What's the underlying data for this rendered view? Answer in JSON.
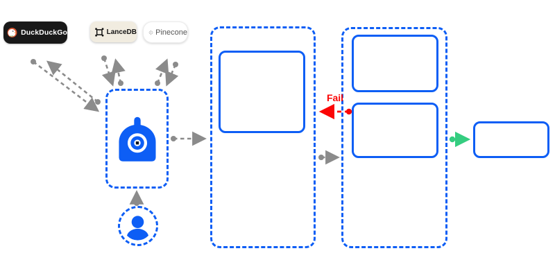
{
  "colors": {
    "accent_blue": "#0d5ef5",
    "arrow_gray": "#8b8b8b",
    "fail_red": "#fb0505",
    "success_green": "#35cd80",
    "duckduckgo_bg": "#191919",
    "duckduckgo_text": "#ffffff",
    "lancedb_bg": "#f1ece0",
    "lancedb_text": "#141414",
    "pinecone_bg": "#ffffff",
    "pinecone_text": "#555555"
  },
  "external_services": [
    {
      "label": "DuckDuckGo",
      "icon": "duckduckgo-logo-icon"
    },
    {
      "label": "LanceDB",
      "icon": "lancedb-logo-icon"
    },
    {
      "label": "Pinecone",
      "icon": "pinecone-logo-icon"
    }
  ],
  "agent_box": {
    "icon": "robot-icon"
  },
  "user": {
    "icon": "person-icon"
  },
  "labels": {
    "fail": "Fail"
  }
}
